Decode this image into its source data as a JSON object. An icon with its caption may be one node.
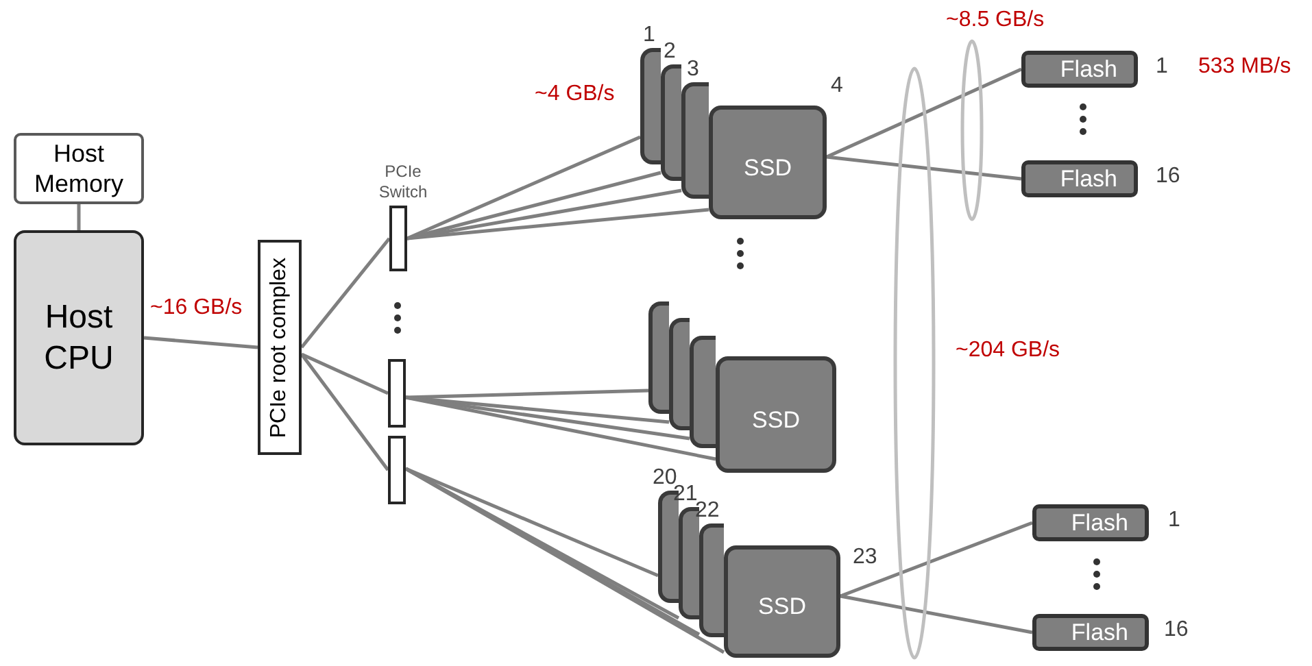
{
  "diagram": {
    "nodes": [
      {
        "text": [
          "Host Memory"
        ]
      },
      {
        "text": [
          "Host CPU"
        ]
      },
      {
        "text": [
          "PCIe root complex"
        ]
      },
      {
        "text": [],
        "shape": "bar",
        "beside": [
          "PCIe Switch"
        ]
      },
      {
        "text": [],
        "shape": "bar"
      },
      {
        "text": [],
        "shape": "bar"
      },
      {
        "text": [],
        "shape": "box",
        "beside": [
          "1"
        ]
      },
      {
        "text": [],
        "shape": "box",
        "beside": [
          "2"
        ]
      },
      {
        "text": [],
        "shape": "box",
        "beside": [
          "3"
        ]
      },
      {
        "text": [
          "SSD"
        ],
        "beside": [
          "4"
        ]
      },
      {
        "text": [],
        "shape": "box"
      },
      {
        "text": [],
        "shape": "box"
      },
      {
        "text": [],
        "shape": "box"
      },
      {
        "text": [
          "SSD"
        ]
      },
      {
        "text": [],
        "shape": "box",
        "beside": [
          "20"
        ]
      },
      {
        "text": [],
        "shape": "box",
        "beside": [
          "21"
        ]
      },
      {
        "text": [],
        "shape": "box",
        "beside": [
          "22"
        ]
      },
      {
        "text": [
          "SSD"
        ],
        "beside": [
          "23"
        ]
      },
      {
        "text": [
          "Flash"
        ],
        "beside": [
          "1"
        ]
      },
      {
        "text": [
          "Flash"
        ],
        "beside": [
          "16"
        ]
      },
      {
        "text": [
          "Flash"
        ],
        "beside": [
          "1"
        ]
      },
      {
        "text": [
          "Flash"
        ],
        "beside": [
          "16"
        ]
      }
    ],
    "edges": [
      {
        "from": 0,
        "to": 1,
        "arrow": "none"
      },
      {
        "from": 1,
        "to": 2,
        "arrow": "none",
        "label": "~16 GB/s"
      },
      {
        "from": 2,
        "to": 3,
        "arrow": "none"
      },
      {
        "from": 2,
        "to": 4,
        "arrow": "none"
      },
      {
        "from": 2,
        "to": 5,
        "arrow": "none"
      },
      {
        "from": 3,
        "to": 6,
        "arrow": "none"
      },
      {
        "from": 3,
        "to": 7,
        "arrow": "none"
      },
      {
        "from": 3,
        "to": 8,
        "arrow": "none"
      },
      {
        "from": 3,
        "to": 9,
        "arrow": "none"
      },
      {
        "from": 4,
        "to": 10,
        "arrow": "none"
      },
      {
        "from": 4,
        "to": 11,
        "arrow": "none"
      },
      {
        "from": 4,
        "to": 12,
        "arrow": "none"
      },
      {
        "from": 4,
        "to": 13,
        "arrow": "none"
      },
      {
        "from": 5,
        "to": 14,
        "arrow": "none"
      },
      {
        "from": 5,
        "to": 15,
        "arrow": "none"
      },
      {
        "from": 5,
        "to": 16,
        "arrow": "none"
      },
      {
        "from": 5,
        "to": 17,
        "arrow": "none"
      },
      {
        "from": 9,
        "to": 18,
        "arrow": "none"
      },
      {
        "from": 9,
        "to": 19,
        "arrow": "none"
      },
      {
        "from": 17,
        "to": 20,
        "arrow": "none"
      },
      {
        "from": 17,
        "to": 21,
        "arrow": "none"
      }
    ],
    "labels": [
      "~4 GB/s",
      "~8.5 GB/s",
      "533 MB/s",
      "~204 GB/s"
    ]
  }
}
